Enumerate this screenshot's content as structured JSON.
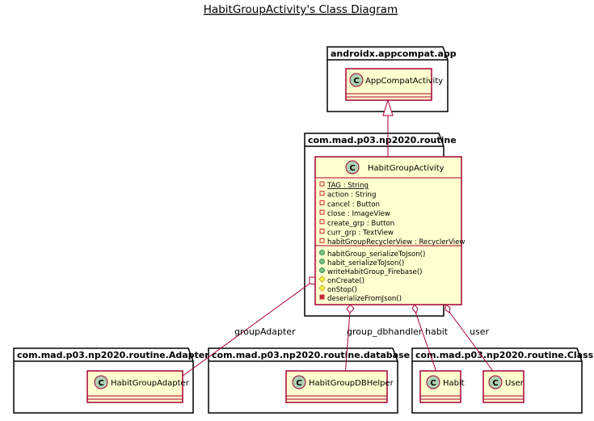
{
  "title": "HabitGroupActivity's Class Diagram",
  "colors": {
    "class_fill": "#FEFECE",
    "class_border": "#A80036",
    "class_icon": "#ADD1B2",
    "public": "#84BE84",
    "protected": "#FFFF44",
    "private": "#C82930"
  },
  "packages": {
    "appcompat": "androidx.appcompat.app",
    "routine": "com.mad.p03.np2020.routine",
    "adapter": "com.mad.p03.np2020.routine.Adapter",
    "database": "com.mad.p03.np2020.routine.database",
    "class_pkg": "com.mad.p03.np2020.routine.Class"
  },
  "classes": {
    "appcompat_activity": {
      "stereotype": "C",
      "name": "AppCompatActivity"
    },
    "habit_group_activity": {
      "stereotype": "C",
      "name": "HabitGroupActivity",
      "fields": [
        "TAG : String",
        "action : String",
        "cancel : Button",
        "close : ImageView",
        "create_grp : Button",
        "curr_grp : TextView",
        "habitGroupRecyclerView : RecyclerView"
      ],
      "methods": [
        "habitGroup_serializeToJson()",
        "habit_serializeToJson()",
        "writeHabitGroup_Firebase()",
        "onCreate()",
        "onStop()",
        "deserializeFromJson()"
      ]
    },
    "habit_group_adapter": {
      "stereotype": "C",
      "name": "HabitGroupAdapter"
    },
    "habit_group_db_helper": {
      "stereotype": "C",
      "name": "HabitGroupDBHelper"
    },
    "habit": {
      "stereotype": "C",
      "name": "Habit"
    },
    "user": {
      "stereotype": "C",
      "name": "User"
    }
  },
  "relations": {
    "group_adapter": "groupAdapter",
    "group_dbhandler": "group_dbhandler",
    "habit": "habit",
    "user": "user"
  }
}
